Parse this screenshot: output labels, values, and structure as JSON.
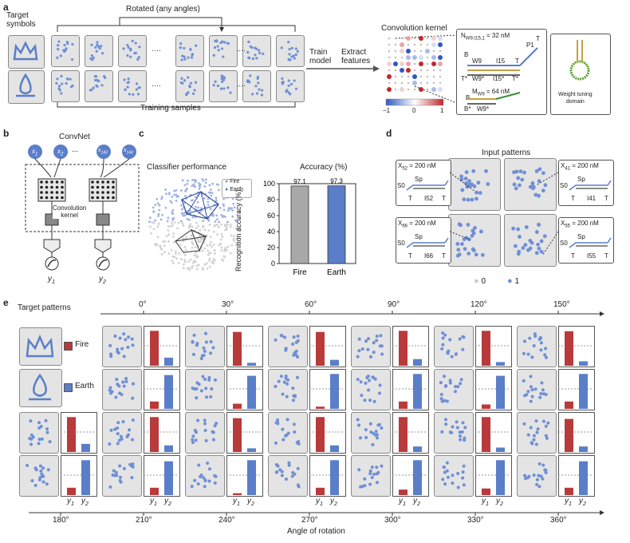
{
  "figure": {
    "panel_a": {
      "letter": "a",
      "target_symbols": "Target\nsymbols",
      "rotated_label": "Rotated (any angles)",
      "training_samples": "Training samples",
      "train_model": "Train\nmodel",
      "extract_features": "Extract\nfeatures",
      "convolution_kernel": "Convolution kernel",
      "cbar_ticks": [
        "−1",
        "0",
        "1"
      ],
      "n_label": "N",
      "n_sub": "W9,I15,1",
      "n_value": " = 32 nM",
      "p1": "P1",
      "t1": "T",
      "b1": "B",
      "w9": "W9",
      "i15": "I15",
      "t2": "T",
      "tstar": "T*",
      "w9star": "W9*",
      "i15star": "I15*",
      "tstar2": "T*",
      "m_label": "M",
      "m_sub": "W9",
      "m_value": " = 64 nM",
      "b2": "B",
      "b2star": "B*",
      "w9star2": "W9*",
      "weight_tuning": "Weight tuning\ndomain"
    },
    "panel_b": {
      "letter": "b",
      "title": "ConvNet",
      "x1": "x",
      "x1s": "1",
      "x2": "x",
      "x2s": "2",
      "dots": "...",
      "x143": "x",
      "x143s": "143",
      "x144": "x",
      "x144s": "144",
      "conv_kernel": "Convolution\nkernel",
      "y1": "y",
      "y1s": "1",
      "y2": "y",
      "y2s": "2"
    },
    "panel_c": {
      "letter": "c",
      "classifier_title": "Classifier performance",
      "legend_fire": "Fire",
      "legend_earth": "Earth",
      "acc_title": "Accuracy (%)",
      "ylabel": "Recognition accuracy (%)"
    },
    "panel_d": {
      "letter": "d",
      "title": "Input patterns",
      "conc": [
        {
          "x": "X",
          "sub": "52",
          "val": " = 200 nM",
          "s0": "S0",
          "sp": "Sp",
          "t": "T",
          "i": "I52",
          "t2": "T"
        },
        {
          "x": "X",
          "sub": "41",
          "val": " = 200 nM",
          "s0": "S0",
          "sp": "Sp",
          "t": "T",
          "i": "I41",
          "t2": "T"
        },
        {
          "x": "X",
          "sub": "66",
          "val": " = 200 nM",
          "s0": "S0",
          "sp": "Sp",
          "t": "T",
          "i": "I66",
          "t2": "T"
        },
        {
          "x": "X",
          "sub": "55",
          "val": " = 200 nM",
          "s0": "S0",
          "sp": "Sp",
          "t": "T",
          "i": "I55",
          "t2": "T"
        }
      ],
      "legend0": "0",
      "legend1": "1"
    },
    "panel_e": {
      "letter": "e",
      "target_patterns": "Target patterns",
      "fire": "Fire",
      "earth": "Earth",
      "top_angles": [
        "0°",
        "30°",
        "60°",
        "90°",
        "120°",
        "150°"
      ],
      "bottom_angles": [
        "180°",
        "210°",
        "240°",
        "270°",
        "300°",
        "330°",
        "360°"
      ],
      "y1": "y",
      "y1s": "1",
      "y2": "y",
      "y2s": "2",
      "axis_label": "Angle of rotation"
    },
    "colors": {
      "fire": "#b83a3a",
      "earth": "#5b7ec8",
      "pixel": "#6f8fd6",
      "tile": "#e4e4e4",
      "gray_bar": "#a8a8a8"
    }
  },
  "chart_data": [
    {
      "type": "bar",
      "title": "Accuracy (%)",
      "categories": [
        "Fire",
        "Earth"
      ],
      "values": [
        97.1,
        97.3
      ],
      "data_labels": [
        "97.1",
        "97.3"
      ],
      "ylabel": "Recognition accuracy (%)",
      "ylim": [
        0,
        100
      ],
      "yticks": [
        0,
        20,
        40,
        60,
        80,
        100
      ],
      "colors": [
        "#a8a8a8",
        "#5b7ec8"
      ]
    },
    {
      "type": "bar",
      "title": "",
      "categories": [
        "y1",
        "y2"
      ],
      "series_note": "rotation-test outputs, rows 1-2 (angles 0-150), rows 3-4 (angles 180-360)",
      "rows": [
        {
          "label": "Fire",
          "pairs": [
            [
              0.95,
              0.22
            ],
            [
              0.92,
              0.08
            ],
            [
              0.92,
              0.16
            ],
            [
              0.95,
              0.18
            ],
            [
              0.95,
              0.1
            ],
            [
              0.94,
              0.12
            ]
          ]
        },
        {
          "label": "Earth",
          "pairs": [
            [
              0.2,
              0.92
            ],
            [
              0.14,
              0.9
            ],
            [
              0.06,
              0.95
            ],
            [
              0.2,
              0.95
            ],
            [
              0.12,
              0.9
            ],
            [
              0.2,
              0.95
            ]
          ]
        },
        {
          "label": "Fire",
          "pairs": [
            [
              0.95,
              0.22
            ],
            [
              0.95,
              0.18
            ],
            [
              0.92,
              0.1
            ],
            [
              0.95,
              0.18
            ],
            [
              0.95,
              0.15
            ],
            [
              0.95,
              0.12
            ],
            [
              0.9,
              0.15
            ]
          ]
        },
        {
          "label": "Earth",
          "pairs": [
            [
              0.2,
              0.95
            ],
            [
              0.2,
              0.92
            ],
            [
              0.05,
              0.95
            ],
            [
              0.2,
              0.95
            ],
            [
              0.15,
              0.95
            ],
            [
              0.18,
              0.95
            ],
            [
              0.2,
              0.92
            ]
          ]
        }
      ],
      "ylim": [
        0,
        1
      ]
    }
  ]
}
